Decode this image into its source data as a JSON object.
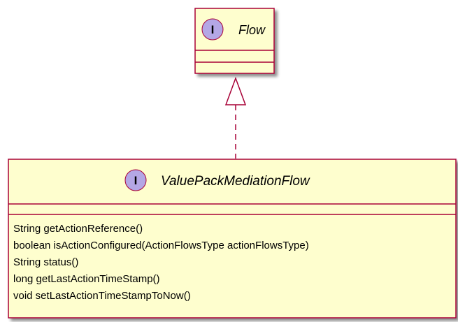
{
  "diagram": {
    "parent": {
      "stereotype_letter": "I",
      "name": "Flow"
    },
    "child": {
      "stereotype_letter": "I",
      "name": "ValuePackMediationFlow",
      "methods": [
        "String getActionReference()",
        "boolean isActionConfigured(ActionFlowsType actionFlowsType)",
        "String status()",
        "long getLastActionTimeStamp()",
        "void setLastActionTimeStampToNow()"
      ]
    },
    "relationship": "realization"
  },
  "colors": {
    "box_fill": "#FEFECE",
    "border": "#A80036",
    "interface_circle": "#B4A7E5",
    "shadow": "#888888"
  }
}
